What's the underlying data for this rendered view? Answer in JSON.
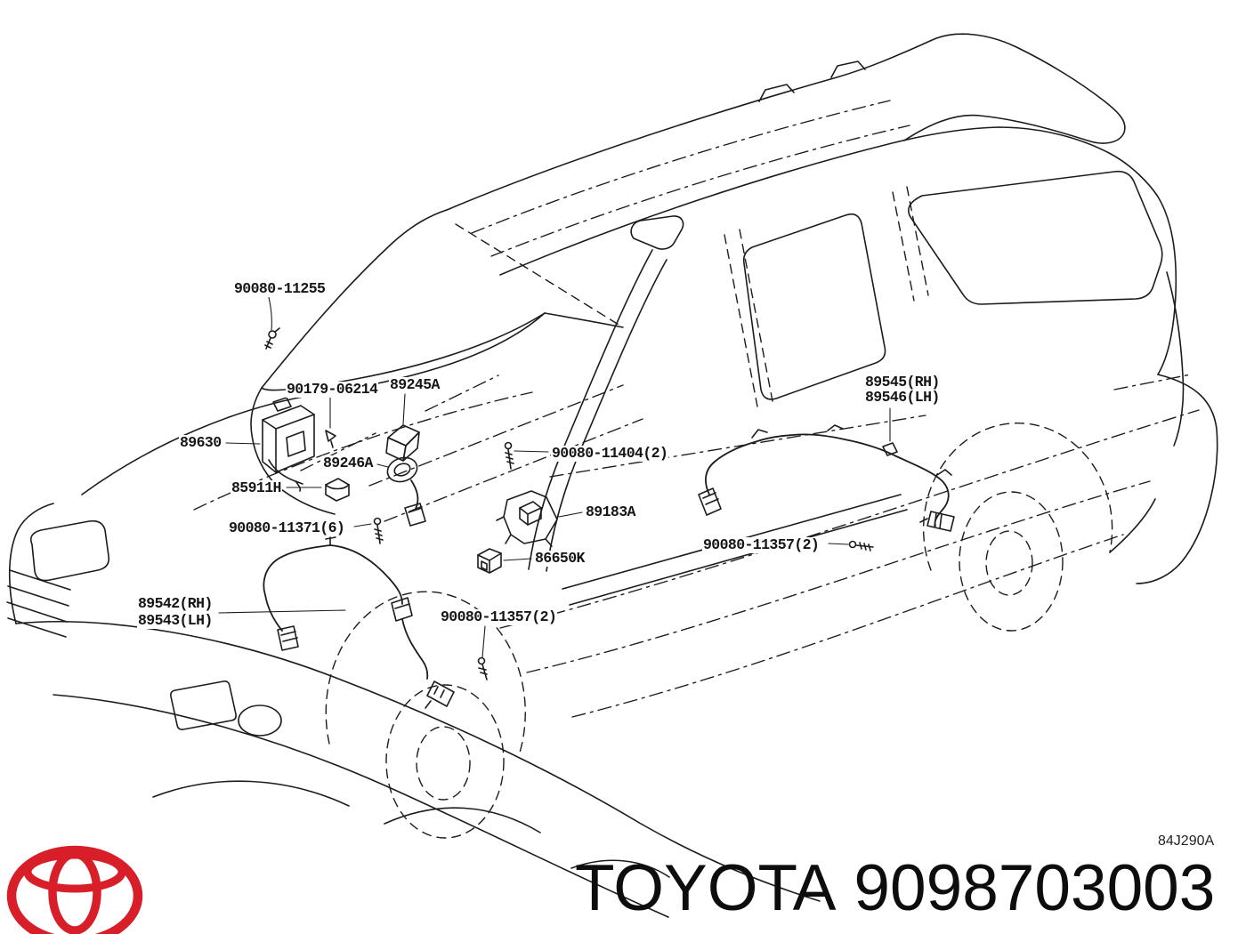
{
  "diagram": {
    "drawing_code": "84J290A",
    "labels": [
      {
        "id": "bolt-cowl",
        "text": "90080-11255"
      },
      {
        "id": "screw-sensor-mount",
        "text": "90179-06214"
      },
      {
        "id": "yaw-rate-sensor",
        "text": "89245A"
      },
      {
        "id": "skid-control-computer",
        "text": "89630"
      },
      {
        "id": "sensor-ring",
        "text": "89246A"
      },
      {
        "id": "skid-control-relay",
        "text": "85911H"
      },
      {
        "id": "bolt-front-harness",
        "text": "90080-11371(6)"
      },
      {
        "id": "front-speed-sensor-rh",
        "text": "89542(RH)"
      },
      {
        "id": "front-speed-sensor-lh",
        "text": "89543(LH)"
      },
      {
        "id": "bolt-deceleration-sensor",
        "text": "90080-11404(2)"
      },
      {
        "id": "deceleration-sensor",
        "text": "89183A"
      },
      {
        "id": "skid-control-buzzer",
        "text": "86650K"
      },
      {
        "id": "bolt-rear-speed-sensor",
        "text": "90080-11357(2)"
      },
      {
        "id": "bolt-front-speed-sensor",
        "text": "90080-11357(2)"
      },
      {
        "id": "rear-speed-sensor-rh",
        "text": "89545(RH)"
      },
      {
        "id": "rear-speed-sensor-lh",
        "text": "89546(LH)"
      }
    ]
  },
  "footer": {
    "make": "TOYOTA",
    "part_number": "9098703003"
  },
  "colors": {
    "line": "#1c1c1c",
    "logo_red": "#d81e28"
  }
}
